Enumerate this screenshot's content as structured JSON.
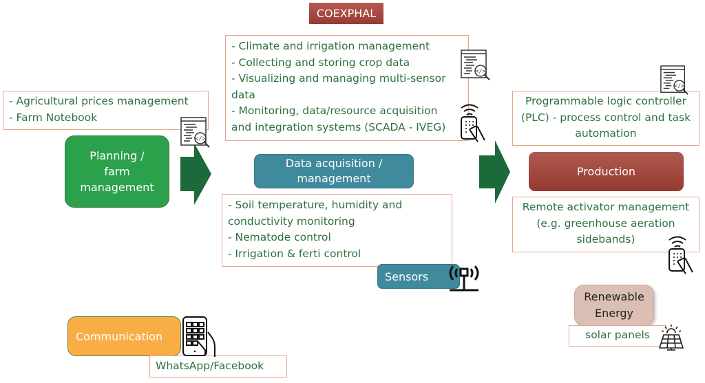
{
  "title": "COEXPHAL",
  "planning": {
    "notes": [
      "- Agricultural prices management",
      "- Farm Notebook"
    ],
    "label_lines": [
      "Planning /",
      "farm",
      "management"
    ]
  },
  "data_acquisition": {
    "notes": [
      "- Climate and irrigation management",
      "- Collecting and storing crop data",
      "- Visualizing and managing multi-sensor",
      "data",
      "- Monitoring, data/resource acquisition",
      "and integration systems (SCADA - IVEG)"
    ],
    "label_lines": [
      "Data acquisition /",
      "management"
    ]
  },
  "sensors": {
    "notes": [
      "- Soil temperature, humidity and",
      "conductivity monitoring",
      "- Nematode control",
      "- Irrigation & ferti control"
    ],
    "label": "Sensors"
  },
  "production": {
    "plc_lines": [
      "Programmable logic controller",
      "(PLC) - process control and task",
      "automation"
    ],
    "label": "Production",
    "remote_lines": [
      "Remote activator management",
      "(e.g. greenhouse aeration",
      "sidebands)"
    ]
  },
  "renewable": {
    "label_lines": [
      "Renewable",
      "Energy"
    ],
    "note": "solar panels"
  },
  "communication": {
    "label": "Communication",
    "note": "WhatsApp/Facebook"
  },
  "colors": {
    "text_green": "#2e7040",
    "planning_green": "#2ca14c",
    "arrow_green": "#1c6a3a",
    "teal": "#3f8a9c",
    "production_red": "#a04a40",
    "orange": "#f8ad45",
    "rose": "#dcbfb4",
    "box_border": "#e8a58e"
  }
}
